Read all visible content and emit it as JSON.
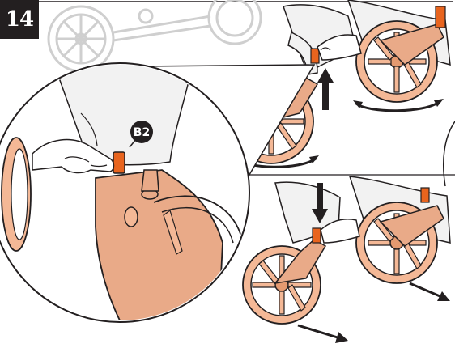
{
  "step": {
    "number": "14"
  },
  "callout": {
    "part_label": "B2"
  },
  "colors": {
    "wheel": "#f4b896",
    "wheel_dark": "#e59a70",
    "frame": "#e9aa88",
    "tab": "#e8641e",
    "outline": "#231f20",
    "ghost": "#cfcfcf",
    "fabric": "#f2f2f2"
  },
  "icons": {
    "badge": "step-number-badge",
    "up_arrow": "up-arrow-icon",
    "down_arrow": "down-arrow-icon",
    "rotate": "rotation-arrow-icon",
    "push": "push-direction-arrow-icon"
  }
}
